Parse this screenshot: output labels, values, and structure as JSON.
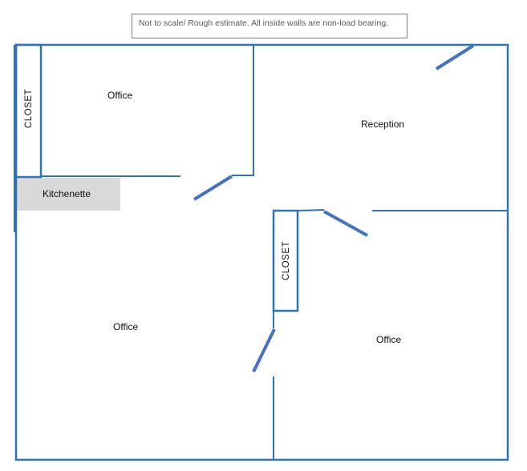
{
  "note": "Not to scale/ Rough estimate. All inside walls are non-load bearing.",
  "rooms": {
    "office_top_left": "Office",
    "reception": "Reception",
    "kitchenette": "Kitchenette",
    "office_bottom_left": "Office",
    "office_bottom_right": "Office",
    "closet_left": "CLOSET",
    "closet_center": "CLOSET"
  },
  "colors": {
    "wall": "#2e74b5",
    "door": "#4472c4",
    "kitchenette_fill": "#d9d9d9",
    "note_border": "#7f7f7f"
  }
}
